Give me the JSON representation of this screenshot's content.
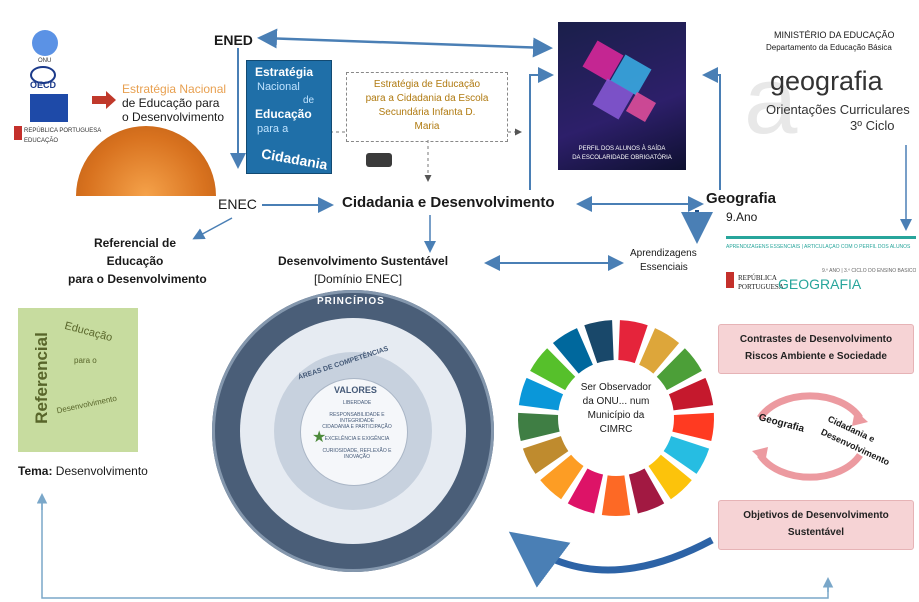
{
  "left_logos": {
    "onu": "ONU",
    "oecd": "OECD",
    "republica": "REPÚBLICA PORTUGUESA",
    "educacao": "EDUCAÇÃO"
  },
  "ened": {
    "title": "ENED",
    "strategy_line1": "Estratégia Nacional",
    "strategy_line2": "de Educação para",
    "strategy_line3": "o Desenvolvimento"
  },
  "book_cover": {
    "line1": "Estratégia",
    "line2": "Nacional",
    "line3": "de",
    "line4": "Educação",
    "line5": "para a",
    "line6": "Cidadania"
  },
  "school_strategy": {
    "line1": "Estratégia de Educação",
    "line2": "para a Cidadania da Escola",
    "line3": "Secundária Infanta D.",
    "line4": "Maria"
  },
  "perfil": {
    "line1": "PERFIL DOS ALUNOS À SAÍDA",
    "line2": "DA ESCOLARIDADE OBRIGATÓRIA"
  },
  "ministerio": {
    "line1": "MINISTÉRIO DA EDUCAÇÃO",
    "line2": "Departamento da Educação Básica",
    "title": "geografia",
    "sub1": "Orientações Curriculares",
    "sub2": "3º Ciclo"
  },
  "enec": "ENEC",
  "cidadania": "Cidadania e Desenvolvimento",
  "geografia": {
    "title": "Geografia",
    "year": "9.Ano",
    "doc_banner": "APRENDIZAGENS ESSENCIAIS | ARTICULAÇÃO COM O PERFIL DOS ALUNOS",
    "doc_year": "9.º ANO | 3.º CICLO DO ENSINO BÁSICO",
    "doc_rep1": "REPÚBLICA",
    "doc_rep2": "PORTUGUESA",
    "doc_title": "GEOGRAFIA"
  },
  "referencial": {
    "line1": "Referencial de",
    "line2": "Educação",
    "line3": "para o Desenvolvimento",
    "cover_title": "Referencial",
    "cover_arc1": "Educação",
    "cover_arc2": "para o",
    "cover_arc3": "Desenvolvimento",
    "tema_label": "Tema:",
    "tema_value": " Desenvolvimento"
  },
  "ds": {
    "line1": "Desenvolvimento Sustentável",
    "line2": "[Domínio ENEC]"
  },
  "aprendizagens": {
    "line1": "Aprendizagens",
    "line2": "Essenciais"
  },
  "wheel": {
    "principios": "PRINCÍPIOS",
    "areas": "ÁREAS DE COMPETÊNCIAS",
    "valores_title": "VALORES",
    "valores": [
      "LIBERDADE",
      "RESPONSABILIDADE E INTEGRIDADE",
      "CIDADANIA E PARTICIPAÇÃO",
      "EXCELÊNCIA E EXIGÊNCIA",
      "CURIOSIDADE, REFLEXÃO E INOVAÇÃO"
    ]
  },
  "sdg": {
    "line1": "Ser Observador",
    "line2": "da ONU... num",
    "line3": "Município da",
    "line4": "CIMRC"
  },
  "right_boxes": {
    "box1_line1": "Contrastes de Desenvolvimento",
    "box1_line2": "Riscos Ambiente e Sociedade",
    "cycle_left": "Geografia",
    "cycle_right1": "Cidadania e",
    "cycle_right2": "Desenvolvimento",
    "box2_line1": "Objetivos de Desenvolvimento",
    "box2_line2": "Sustentável"
  },
  "colors": {
    "arrow": "#4a7fb5",
    "pink": "#f6d3d5",
    "orange": "#e8a050",
    "teal": "#27a59b",
    "wheel_dark": "#4a5e78"
  },
  "sdg_colors": [
    "#e5243b",
    "#dda63a",
    "#4c9f38",
    "#c5192d",
    "#ff3a21",
    "#26bde2",
    "#fcc30b",
    "#a21942",
    "#fd6925",
    "#dd1367",
    "#fd9d24",
    "#bf8b2e",
    "#3f7e44",
    "#0a97d9",
    "#56c02b",
    "#00689d",
    "#19486a"
  ]
}
